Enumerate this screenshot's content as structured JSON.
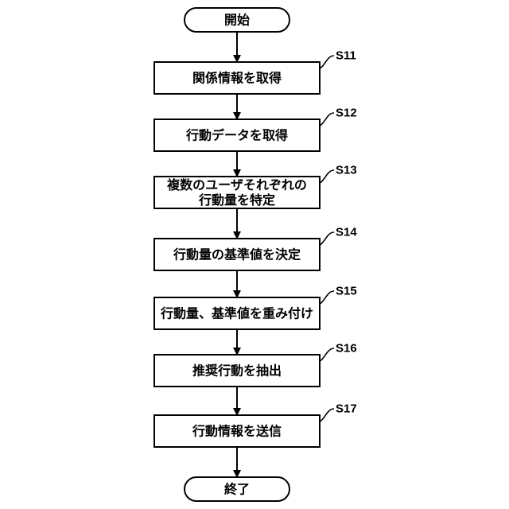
{
  "flowchart": {
    "start": "開始",
    "end": "終了",
    "steps": [
      {
        "id": "S11",
        "lines": [
          "関係情報を取得"
        ]
      },
      {
        "id": "S12",
        "lines": [
          "行動データを取得"
        ]
      },
      {
        "id": "S13",
        "lines": [
          "複数のユーザそれぞれの",
          "行動量を特定"
        ]
      },
      {
        "id": "S14",
        "lines": [
          "行動量の基準値を決定"
        ]
      },
      {
        "id": "S15",
        "lines": [
          "行動量、基準値を重み付け"
        ]
      },
      {
        "id": "S16",
        "lines": [
          "推奨行動を抽出"
        ]
      },
      {
        "id": "S17",
        "lines": [
          "行動情報を送信"
        ]
      }
    ]
  }
}
